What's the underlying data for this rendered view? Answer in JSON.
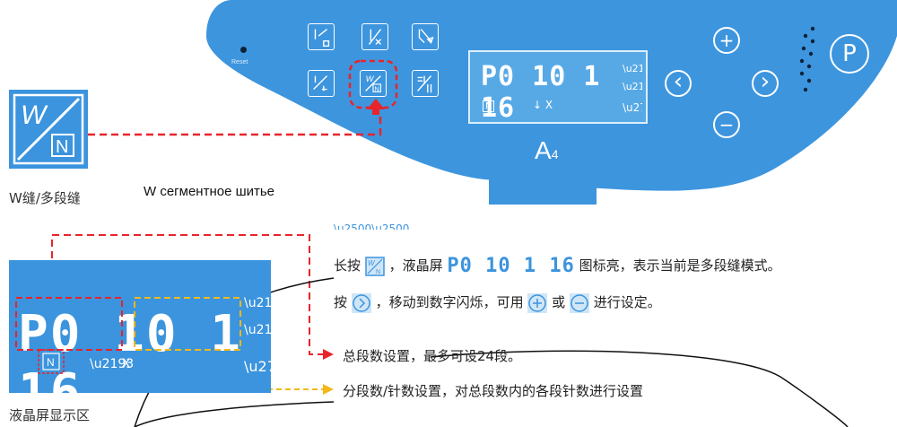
{
  "panel": {
    "reset_label": "Reset",
    "lcd_text": "P0 10 1 16",
    "lcd_sub_left": "N",
    "lcd_sub_mid": "↓  X",
    "model_letter": "A",
    "model_number": "4",
    "panel_color": "#3d95de",
    "buttons": {
      "plus": "+",
      "minus": "−",
      "left": "‹",
      "right": "›",
      "program": "P"
    }
  },
  "feature": {
    "caption_cn": "W缝/多段缝",
    "caption_ru": "W сегментное шитье"
  },
  "lcd_area": {
    "display_text": "P0 10 1 16",
    "label": "液晶屏显示区"
  },
  "instructions": {
    "line1_a": "长按",
    "line1_b": "，液晶屏",
    "line1_lcd": "P0 10 1 16",
    "line1_c": "图标亮，表示当前是多段缝模式。",
    "line2_a": "按",
    "line2_b": "，移动到数字闪烁，可用",
    "line2_c": "或",
    "line2_d": "进行设定。",
    "total_segments": "总段数设置，最多可设24段。",
    "segment_stitches": "分段数/针数设置，对总段数内的各段针数进行设置"
  },
  "colors": {
    "accent": "#3b94dd",
    "red": "#e8242b",
    "yellow": "#f2b81b"
  }
}
